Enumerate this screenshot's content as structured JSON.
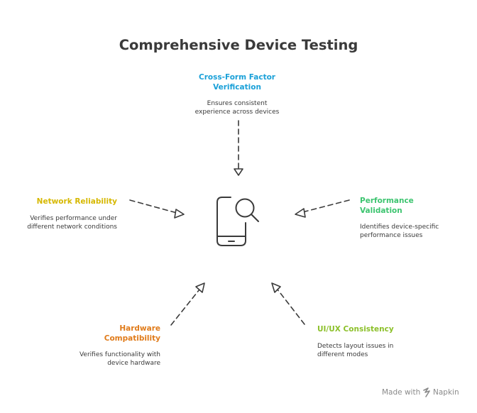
{
  "title": "Comprehensive Device Testing",
  "colors": {
    "text": "#3a3a3a",
    "cross_form": "#1aa0d8",
    "network": "#d6b800",
    "performance": "#3cc46f",
    "hardware": "#e07b1a",
    "uiux": "#8cc02a"
  },
  "center_icon": "mobile-search-icon",
  "nodes": {
    "cross_form": {
      "title_lines": [
        "Cross-Form Factor",
        "Verification"
      ],
      "desc_lines": [
        "Ensures consistent",
        "experience across devices"
      ]
    },
    "network": {
      "title_lines": [
        "Network Reliability"
      ],
      "desc_lines": [
        "Verifies performance under",
        "different network conditions"
      ]
    },
    "performance": {
      "title_lines": [
        "Performance",
        "Validation"
      ],
      "desc_lines": [
        "Identifies device-specific",
        "performance issues"
      ]
    },
    "hardware": {
      "title_lines": [
        "Hardware",
        "Compatibility"
      ],
      "desc_lines": [
        "Verifies functionality with",
        "device hardware"
      ]
    },
    "uiux": {
      "title_lines": [
        "UI/UX Consistency"
      ],
      "desc_lines": [
        "Detects layout issues in",
        "different modes"
      ]
    }
  },
  "watermark": {
    "prefix": "Made with",
    "brand": "Napkin",
    "icon": "napkin-logo-icon"
  }
}
